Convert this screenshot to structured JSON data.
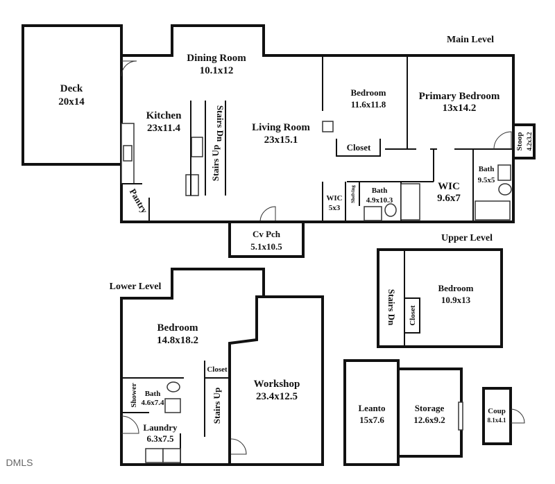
{
  "levels": {
    "main": "Main Level",
    "upper": "Upper Level",
    "lower": "Lower Level"
  },
  "rooms": {
    "deck": {
      "name": "Deck",
      "size": "20x14"
    },
    "dining": {
      "name": "Dining Room",
      "size": "10.1x12"
    },
    "kitchen": {
      "name": "Kitchen",
      "size": "23x11.4"
    },
    "living": {
      "name": "Living Room",
      "size": "23x15.1"
    },
    "bedroom_main": {
      "name": "Bedroom",
      "size": "11.6x11.8"
    },
    "primary": {
      "name": "Primary Bedroom",
      "size": "13x14.2"
    },
    "closet_main": {
      "name": "Closet"
    },
    "stoop": {
      "name": "Stoop",
      "size": "4.2x3.2"
    },
    "bath_primary": {
      "name": "Bath",
      "size": "9.5x5"
    },
    "wic_primary": {
      "name": "WIC",
      "size": "9.6x7"
    },
    "bath_main": {
      "name": "Bath",
      "size": "4.9x10.3"
    },
    "shelving": {
      "name": "Shelving"
    },
    "wic_small": {
      "name": "WIC",
      "size": "5x3"
    },
    "pantry": {
      "name": "Pantry"
    },
    "stairs_main_dn": {
      "name": "Stairs Dn"
    },
    "stairs_main_up": {
      "name": "Stairs Up"
    },
    "cv_pch": {
      "name": "Cv Pch",
      "size": "5.1x10.5"
    },
    "bedroom_upper": {
      "name": "Bedroom",
      "size": "10.9x13"
    },
    "stairs_upper": {
      "name": "Stairs Dn"
    },
    "closet_upper": {
      "name": "Closet"
    },
    "bedroom_lower": {
      "name": "Bedroom",
      "size": "14.8x18.2"
    },
    "closet_lower": {
      "name": "Closet"
    },
    "stairs_lower": {
      "name": "Stairs Up"
    },
    "workshop": {
      "name": "Workshop",
      "size": "23.4x12.5"
    },
    "shower": {
      "name": "Shower"
    },
    "bath_lower": {
      "name": "Bath",
      "size": "4.6x7.4"
    },
    "laundry": {
      "name": "Laundry",
      "size": "6.3x7.5"
    },
    "leanto": {
      "name": "Leanto",
      "size": "15x7.6"
    },
    "storage": {
      "name": "Storage",
      "size": "12.6x9.2"
    },
    "coup": {
      "name": "Coup",
      "size": "8.1x4.1"
    }
  },
  "watermark": "DMLS",
  "colors": {
    "deck": "#dcdfc6",
    "porch": "#e6ddd6",
    "workshop": "#e5e8ee",
    "storage": "#e9e9eb",
    "floor": "#f7f7f7"
  }
}
